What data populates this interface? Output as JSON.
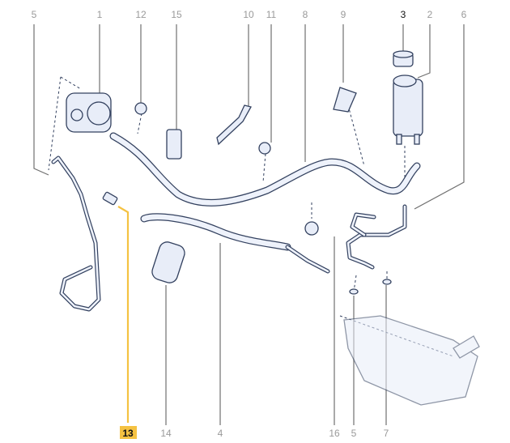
{
  "diagram": {
    "highlight_color": "#f5c242",
    "line_color": "#33415f",
    "top_labels": [
      "5",
      "1",
      "12",
      "15",
      "10",
      "11",
      "8",
      "9",
      "3",
      "2",
      "6"
    ],
    "bottom_labels": [
      "13",
      "14",
      "4",
      "16",
      "5",
      "7"
    ],
    "selected_label": "13"
  }
}
